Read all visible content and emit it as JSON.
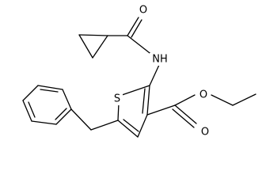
{
  "molecule": {
    "atoms": {
      "oxygen_amide": "O",
      "nitrogen_amide": "NH",
      "sulfur_ring": "S",
      "oxygen_ester_single": "O",
      "oxygen_ester_double": "O"
    }
  },
  "colors": {
    "bond": "#000000",
    "label": "#000000",
    "background": "#ffffff"
  }
}
